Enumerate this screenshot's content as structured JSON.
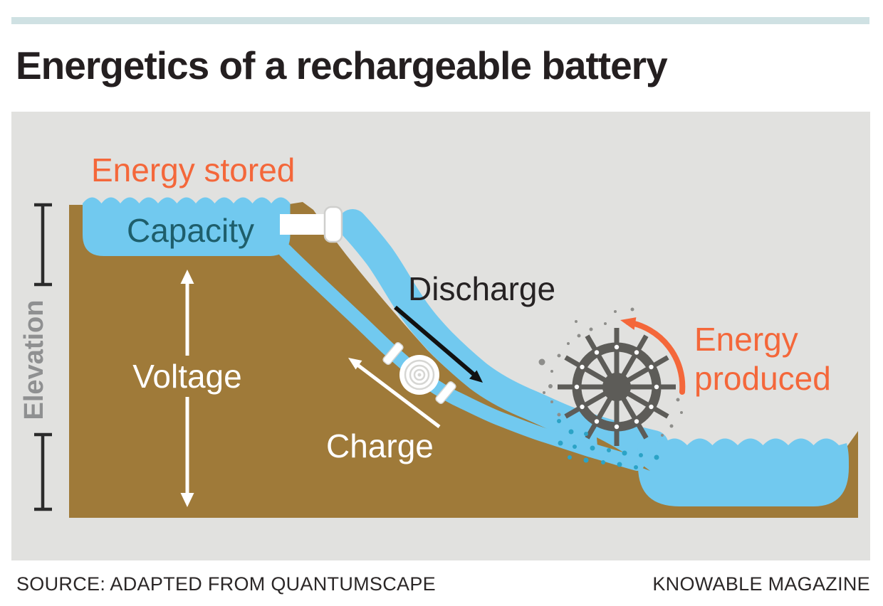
{
  "title": "Energetics of a rechargeable battery",
  "footer": {
    "source": "SOURCE: ADAPTED FROM QUANTUMSCAPE",
    "credit": "KNOWABLE MAGAZINE"
  },
  "diagram": {
    "labels": {
      "energy_stored": "Energy stored",
      "capacity": "Capacity",
      "discharge": "Discharge",
      "charge": "Charge",
      "voltage": "Voltage",
      "elevation": "Elevation",
      "energy_produced_line1": "Energy",
      "energy_produced_line2": "produced"
    },
    "icons": [
      "water-wheel-icon",
      "pump-icon",
      "pipe-valve-icon",
      "spray-dots"
    ],
    "colors": {
      "accent_bar": "#cfe1e3",
      "diagram_background": "#e1e1df",
      "earth_brown": "#9f7a39",
      "water_blue": "#71c9ef",
      "label_orange": "#f4673a",
      "capacity_teal": "#1e5e6b",
      "wheel_gray": "#5d5c58",
      "elevation_gray": "#8f9091",
      "ink": "#241f20",
      "spray_gray": "#8e8e8b",
      "bubble_teal": "#2ba3c6"
    }
  }
}
